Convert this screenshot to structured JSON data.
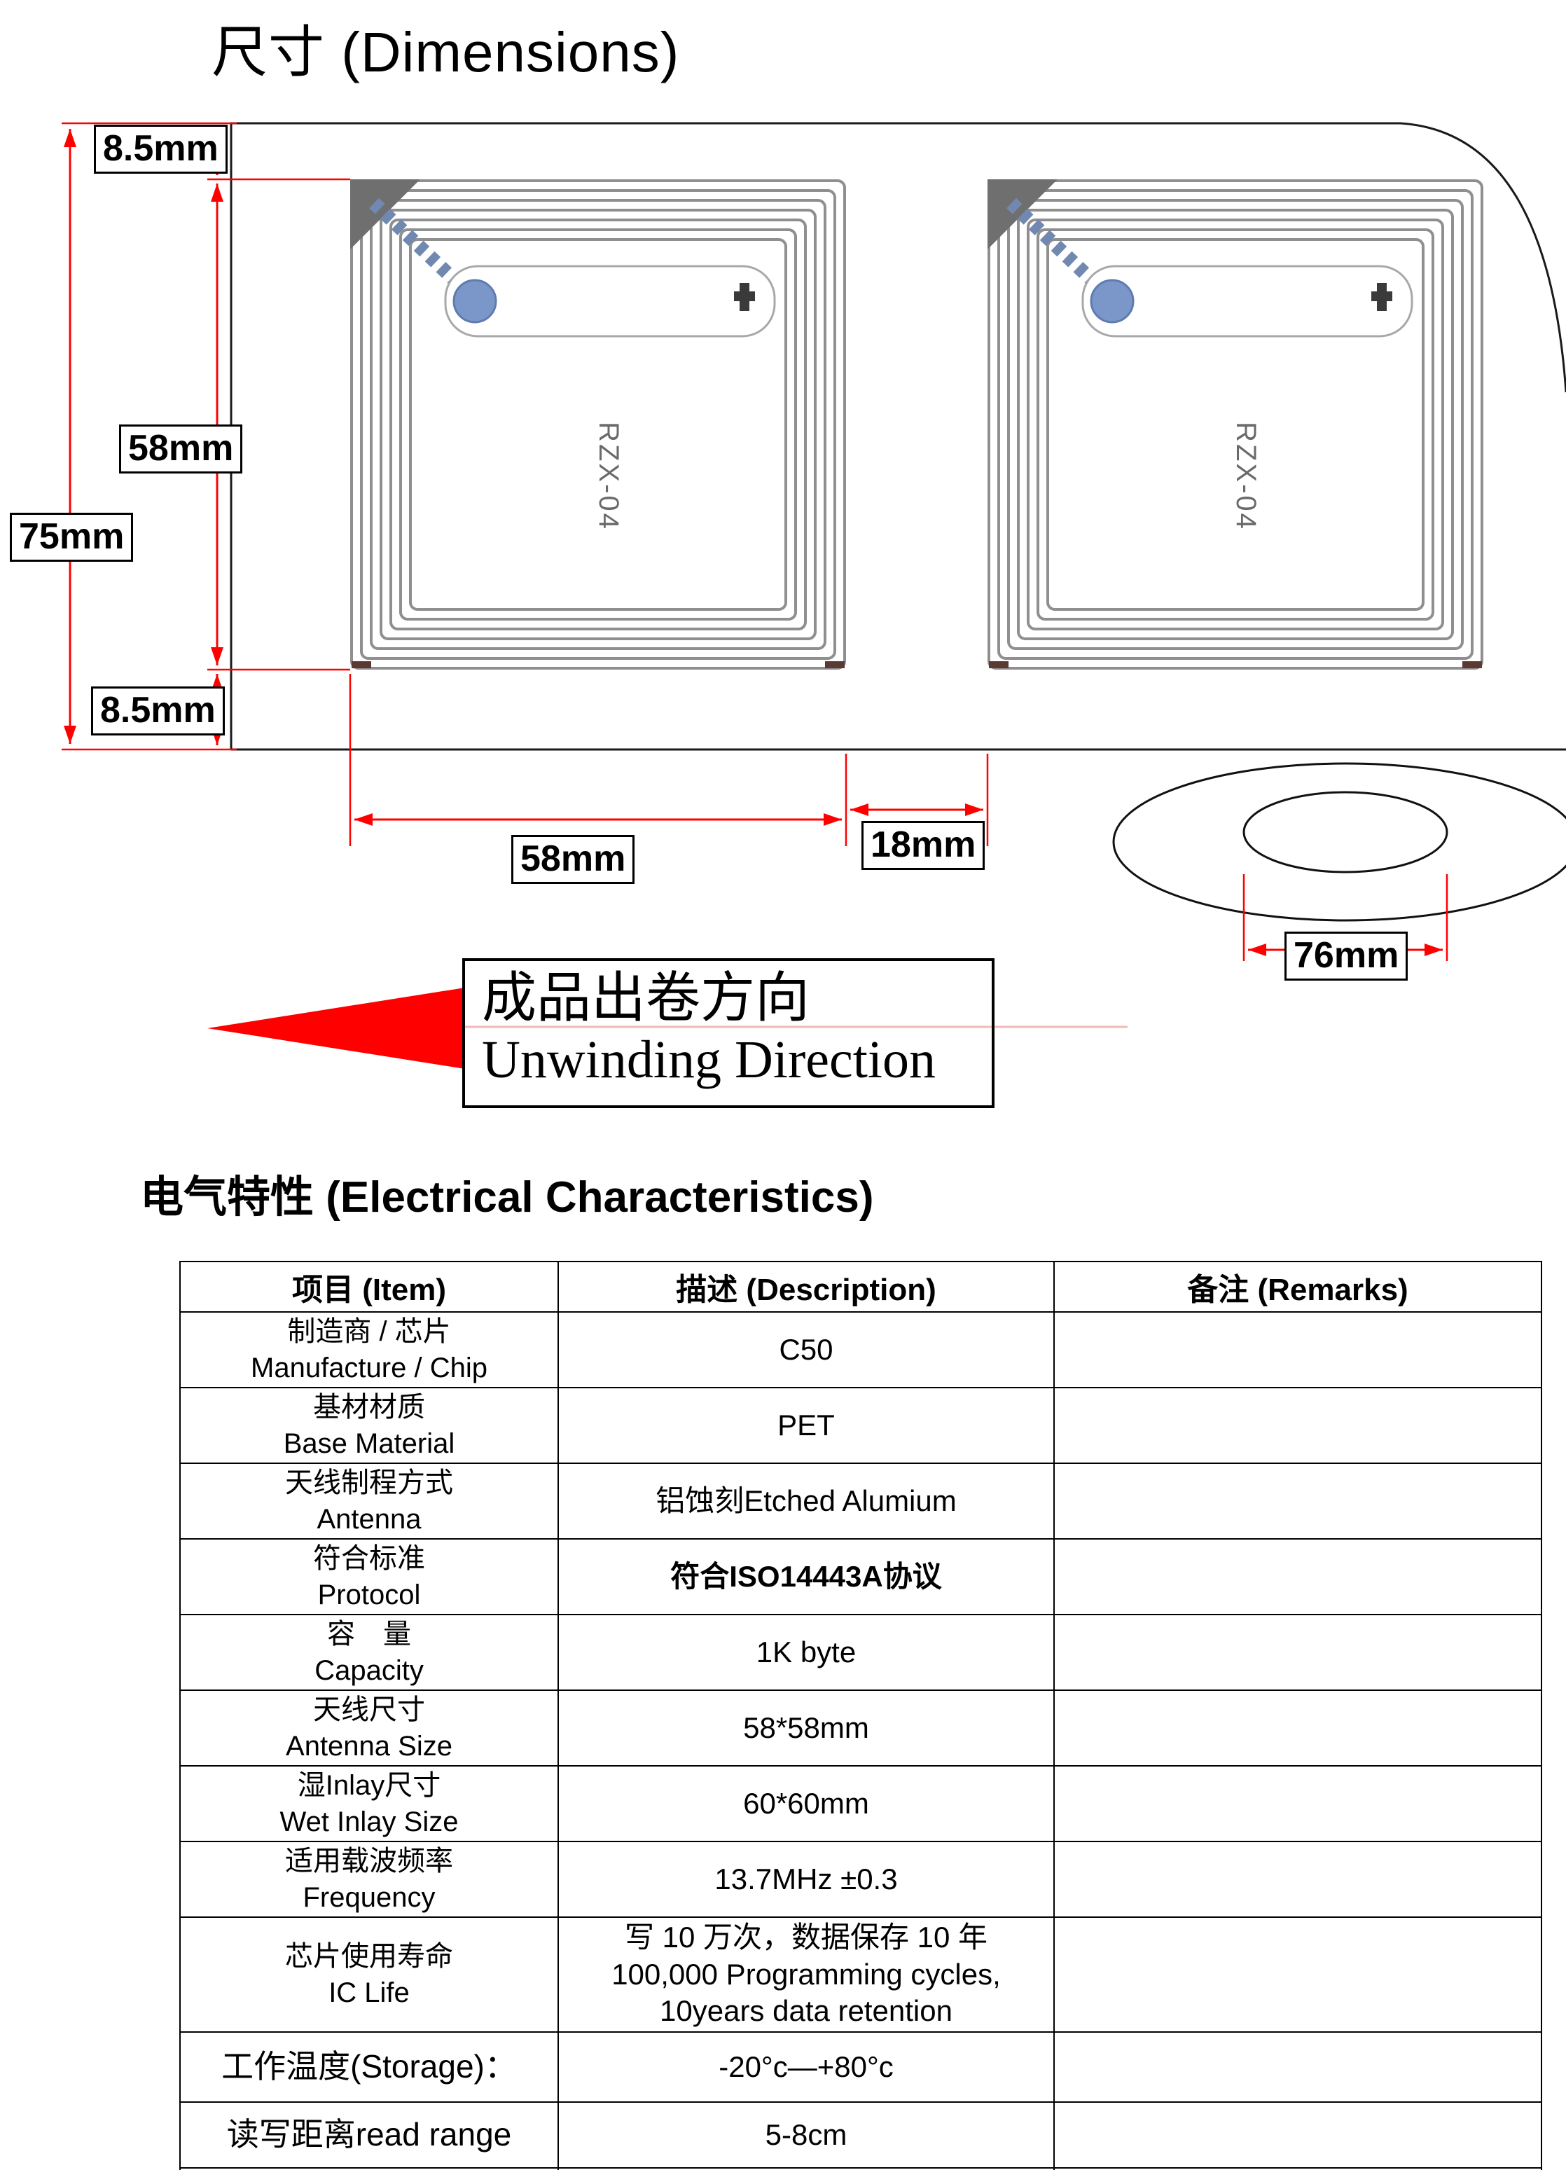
{
  "page": {
    "title": "尺寸  (Dimensions)",
    "electrical_title": "电气特性 (Electrical Characteristics)"
  },
  "diagram": {
    "tag_label": "RZX-04",
    "dims": {
      "top_margin": "8.5mm",
      "antenna_height": "58mm",
      "total_height": "75mm",
      "bottom_margin": "8.5mm",
      "antenna_width": "58mm",
      "tag_gap": "18mm",
      "core_diameter": "76mm"
    },
    "unwinding": {
      "cn": "成品出卷方向",
      "en": "Unwinding Direction"
    },
    "colors": {
      "dimension_red": "#ff0000",
      "chip_pad_blue": "#7b96c8",
      "antenna_gray": "#8f8f8f"
    }
  },
  "table": {
    "headers": {
      "item": "项目  (Item)",
      "description": "描述  (Description)",
      "remarks": "备注 (Remarks)"
    },
    "rows": [
      {
        "cn": "制造商 / 芯片",
        "en": "Manufacture / Chip",
        "desc": "C50"
      },
      {
        "cn": "基材材质",
        "en": "Base Material",
        "desc": "PET"
      },
      {
        "cn": "天线制程方式",
        "en": "Antenna",
        "desc": "铝蚀刻Etched Alumium"
      },
      {
        "cn": "符合标准",
        "en": "Protocol",
        "desc": "符合ISO14443A协议"
      },
      {
        "cn": "容　量",
        "en": "Capacity",
        "desc": "1K byte"
      },
      {
        "cn": "天线尺寸",
        "en": "Antenna Size",
        "desc": "58*58mm"
      },
      {
        "cn": "湿Inlay尺寸",
        "en": "Wet Inlay Size",
        "desc": "60*60mm"
      },
      {
        "cn": "适用载波频率",
        "en": "Frequency",
        "desc": "13.7MHz ±0.3"
      },
      {
        "cn": "芯片使用寿命",
        "en": "IC Life",
        "desc_lines": [
          "写 10 万次，数据保存 10 年",
          "100,000 Programming cycles,",
          "10years data retention"
        ]
      },
      {
        "cn": "工作温度(Storage)：",
        "desc": "-20°c—+80°c"
      },
      {
        "cn": "读写距离read range",
        "desc": "5-8cm"
      }
    ]
  }
}
